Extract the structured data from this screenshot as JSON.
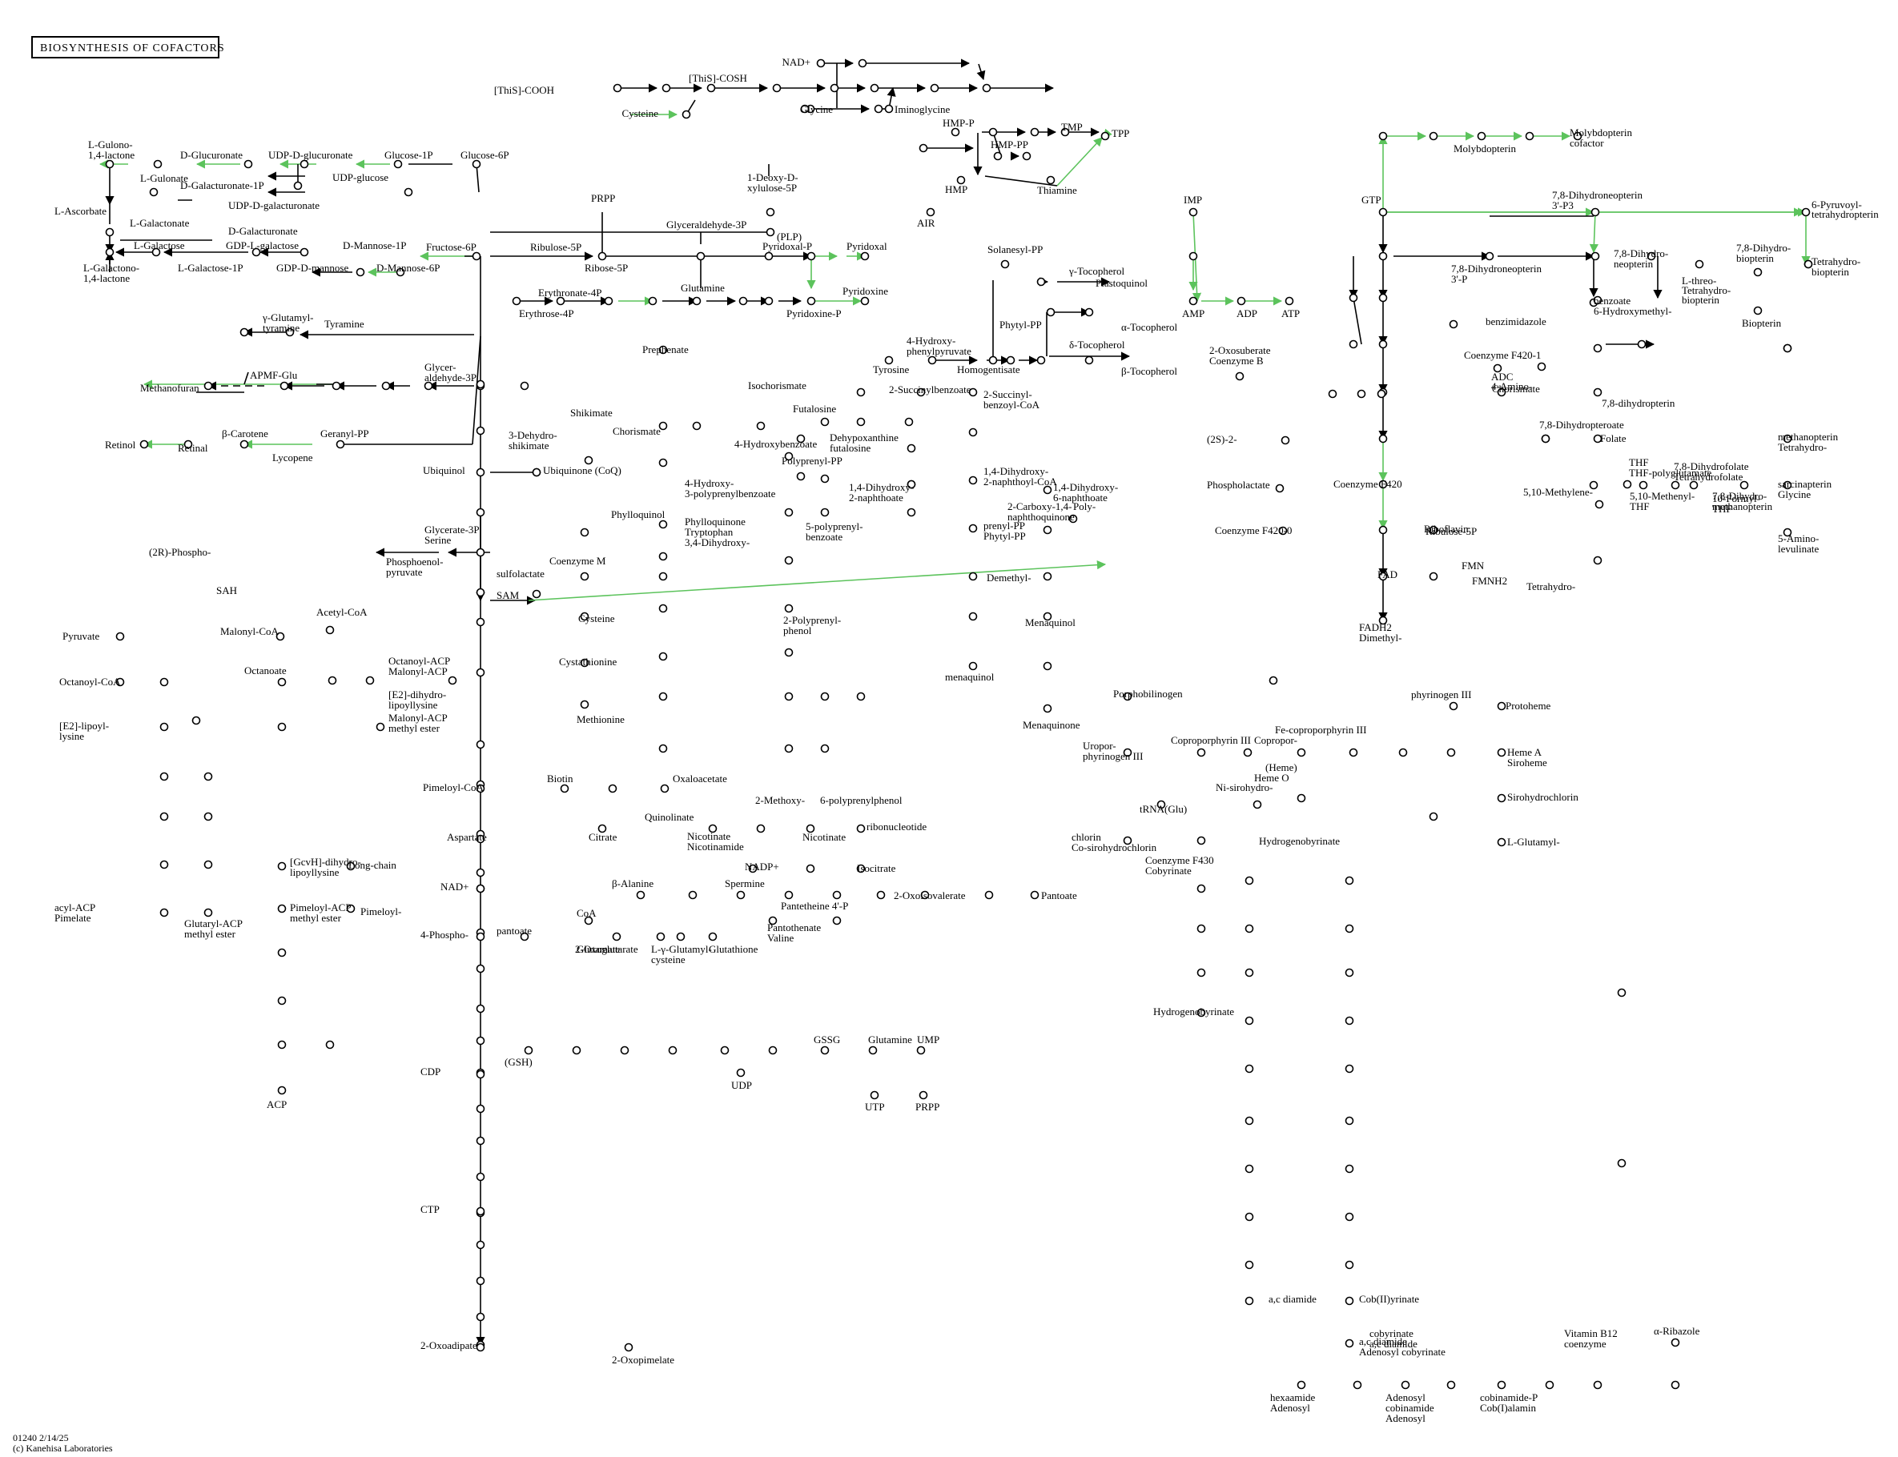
{
  "title": "BIOSYNTHESIS OF COFACTORS",
  "footer": {
    "map_id": "01240 2/14/25",
    "copyright": "(c) Kanehisa Laboratories"
  },
  "colors": {
    "enzyme_edge": "#5cc35c",
    "edge": "#000000"
  },
  "compounds": [
    "[ThiS]-COOH",
    "[ThiS]-COSH",
    "NAD+",
    "Cysteine",
    "Glycine",
    "Iminoglycine",
    "HMP-P",
    "HMP-PP",
    "TMP",
    "TPP",
    "HMP",
    "Thiamine",
    "AIR",
    "L-Gulono-",
    "1,4-lactone",
    "L-Gulonate",
    "D-Glucuronate",
    "UDP-D-glucuronate",
    "Glucose-1P",
    "Glucose-6P",
    "UDP-glucose",
    "D-Galacturonate-1P",
    "UDP-D-galacturonate",
    "D-Galacturonate",
    "L-Ascorbate",
    "L-Galactonate",
    "L-Galactose",
    "GDP-L-galactose",
    "L-Galactose-1P",
    "GDP-D-mannose",
    "D-Mannose-1P",
    "D-Mannose-6P",
    "Fructose-6P",
    "L-Galactono-",
    "1,4-lactone",
    "1-Deoxy-D-",
    "xylulose-5P",
    "PRPP",
    "Ribulose-5P",
    "Ribose-5P",
    "Glyceraldehyde-3P",
    "(PLP)",
    "Pyridoxal-P",
    "Pyridoxal",
    "Glutamine",
    "Pyridoxine",
    "Pyridoxine-P",
    "Erythronate-4P",
    "Erythrose-4P",
    "Molybdopterin",
    "Molybdopterin",
    "cofactor",
    "IMP",
    "GTP",
    "7,8-Dihydroneopterin",
    "3'-P3",
    "6-Pyruvoyl-",
    "tetrahydropterin",
    "AMP",
    "ADP",
    "ATP",
    "7,8-Dihydroneopterin",
    "3'-P",
    "7,8-Dihydro-",
    "neopterin",
    "7,8-Dihydro-",
    "biopterin",
    "Tetrahydro-",
    "biopterin",
    "L-threo-",
    "Tetrahydro-",
    "biopterin",
    "Biopterin",
    "Solanesyl-PP",
    "Plastoquinol",
    "γ-Tocopherol",
    "Phytyl-PP",
    "α-Tocopherol",
    "δ-Tocopherol",
    "β-Tocopherol",
    "4-Hydroxy-",
    "phenylpyruvate",
    "Homogentisate",
    "Tyrosine",
    "γ-Glutamyl-",
    "tyramine",
    "Tyramine",
    "Methanofuran",
    "APMF-Glu",
    "Glycer-",
    "aldehyde-3P",
    "Retinol",
    "Retinal",
    "β-Carotene",
    "Lycopene",
    "Geranyl-PP",
    "Prephenate",
    "Shikimate",
    "Chorismate",
    "3-Dehydro-",
    "shikimate",
    "Isochorismate",
    "Futalosine",
    "Dehypoxanthine",
    "futalosine",
    "2-Succinylbenzoate",
    "2-Succinyl-",
    "benzoyl-CoA",
    "4-Hydroxybenzoate",
    "Polyprenyl-PP",
    "4-Hydroxy-",
    "3-polyprenylbenzoate",
    "1,4-Dihydroxy-",
    "2-naphthoyl-CoA",
    "1,4-Dihydroxy-",
    "2-naphthoate",
    "1,4-Dihydroxy-",
    "6-naphthoate",
    "2-Carboxy-1,4-",
    "naphthoquinone",
    "Poly-",
    "prenyl-PP",
    "Phytyl-PP",
    "Demethyl-",
    "menaquinol",
    "Menaquinol",
    "Menaquinone",
    "Phylloquinol",
    "Phylloquinone",
    "Tryptophan",
    "3,4-Dihydroxy-",
    "5-polyprenyl-",
    "benzoate",
    "2-Polyprenyl-",
    "phenol",
    "2-Methoxy-",
    "6-polyprenylphenol",
    "Ubiquinol",
    "Ubiquinone (CoQ)",
    "Glycerate-3P",
    "Serine",
    "Phosphoenol-",
    "pyruvate",
    "(2R)-Phospho-",
    "sulfolactate",
    "Coenzyme M",
    "Cysteine",
    "Cystathionine",
    "Methionine",
    "SAM",
    "SAH",
    "Pyruvate",
    "Acetyl-CoA",
    "Malonyl-CoA",
    "Octanoate",
    "Octanoyl-CoA",
    "Octanoyl-ACP",
    "Malonyl-ACP",
    "[E2]-dihydro-",
    "lipoyllysine",
    "[E2]-lipoyl-",
    "lysine",
    "Malonyl-ACP",
    "methyl ester",
    "[GcvH]-dihydro-",
    "lipoyllysine",
    "Long-chain",
    "acyl-ACP",
    "Pimelate",
    "Glutaryl-ACP",
    "methyl ester",
    "Pimeloyl-ACP",
    "methyl ester",
    "Pimeloyl-",
    "ACP",
    "Pimeloyl-CoA",
    "Biotin",
    "Oxaloacetate",
    "Aspartate",
    "Quinolinate",
    "Citrate",
    "Nicotinate",
    "Nicotinamide",
    "Nicotinate",
    "ribonucleotide",
    "NAD+",
    "NADP+",
    "Isocitrate",
    "β-Alanine",
    "Spermine",
    "2-Oxoisovalerate",
    "Pantoate",
    "Pantetheine 4'-P",
    "CoA",
    "Pantothenate",
    "Valine",
    "4-Phospho-",
    "pantoate",
    "2-Oxoglutarate",
    "Glutamate",
    "L-γ-Glutamyl-",
    "cysteine",
    "Glutathione",
    "(GSH)",
    "GSSG",
    "Glutamine",
    "UMP",
    "UDP",
    "UTP",
    "PRPP",
    "CDP",
    "CTP",
    "2-Oxoadipate",
    "2-Oxopimelate",
    "2-Oxosuberate",
    "Coenzyme B",
    "(2S)-2-",
    "Phospholactate",
    "Coenzyme F420-0",
    "Coenzyme F420-1",
    "Coenzyme F420",
    "Ribulose-5P",
    "Riboflavin",
    "FMN",
    "FAD",
    "FMNH2",
    "FADH2",
    "Dimethyl-",
    "benzimidazole",
    "Chorismate",
    "ADC",
    "4-Amino-",
    "benzoate",
    "6-Hydroxymethyl-",
    "7,8-dihydropterin",
    "7,8-Dihydropteroate",
    "Folate",
    "7,8-Dihydrofolate",
    "Tetrahydrofolate",
    "5,10-Methenyl-",
    "THF",
    "10-Formyl-",
    "THF",
    "5,10-Methylene-",
    "THF",
    "THF-polyglutamate",
    "7,8-Dihydro-",
    "methanopterin",
    "Tetrahydro-",
    "methanopterin",
    "Tetrahydro-",
    "sarcinapterin",
    "Glycine",
    "5-Amino-",
    "levulinate",
    "Porphobilinogen",
    "Uropor-",
    "phyrinogen III",
    "Coproporphyrin III",
    "Fe-coproporphyrin III",
    "Copropor-",
    "phyrinogen III",
    "Protoheme",
    "(Heme)",
    "Heme O",
    "Heme A",
    "Siroheme",
    "Sirohydrochlorin",
    "L-Glutamyl-",
    "tRNA(Glu)",
    "Ni-sirohydro-",
    "chlorin",
    "Co-sirohydrochlorin",
    "Coenzyme F430",
    "Cobyrinate",
    "Hydrogenobyrinate",
    "Hydrogenobyrinate",
    "a,c diamide",
    "Cob(II)yrinate",
    "a,c diamide",
    "Adenosyl cobyrinate",
    "hexaamide",
    "Adenosyl",
    "cobyrinate",
    "a,c diamide",
    "Adenosyl",
    "cobinamide",
    "Adenosyl",
    "cobinamide-P",
    "Cob(I)alamin",
    "Vitamin B12",
    "coenzyme",
    "α-Ribazole"
  ]
}
